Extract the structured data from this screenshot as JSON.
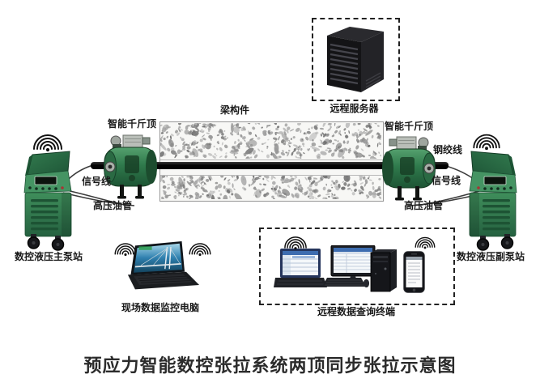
{
  "title": "预应力智能数控张拉系统两顶同步张拉示意图",
  "labels": {
    "remote_server": "远程服务器",
    "beam": "梁构件",
    "smart_jack_left": "智能千斤顶",
    "smart_jack_right": "智能千斤顶",
    "steel_strand": "钢绞线",
    "signal_line_left": "信号线",
    "signal_line_right": "信号线",
    "oil_pipe_left": "高压油管",
    "oil_pipe_right": "高压油管",
    "main_pump": "数控液压主泵站",
    "aux_pump": "数控液压副泵站",
    "site_monitor_pc": "现场数据监控电脑",
    "remote_terminal": "远程数据查询终端"
  },
  "icons": {
    "wifi": "wifi-signal-icon",
    "server": "server-rack-icon",
    "jack": "hydraulic-jack-icon",
    "pump": "pump-station-cart-icon",
    "laptop": "laptop-icon",
    "monitor": "desktop-monitor-icon",
    "tower": "pc-tower-icon",
    "phone": "smartphone-icon"
  },
  "colors": {
    "machine_green": "#3c8a58",
    "machine_green_dark": "#1d5434",
    "strand_black": "#0b0b0b",
    "label_text": "#1a1a1a",
    "dashed_border": "#222222",
    "speckle_gray": "#8f8f8f",
    "screen_blue": "#3e6db0",
    "bridge_blue": "#2e7fae"
  }
}
